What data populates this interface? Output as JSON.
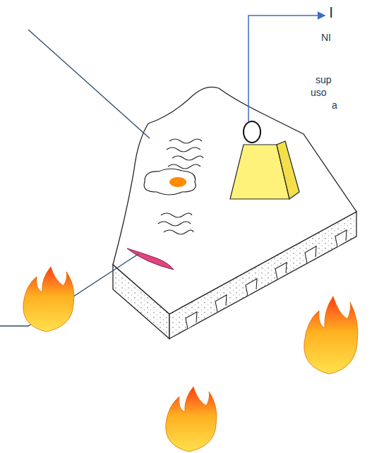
{
  "diagram": {
    "labels": [
      "I",
      "NI",
      "sup",
      "uso",
      "a"
    ]
  }
}
